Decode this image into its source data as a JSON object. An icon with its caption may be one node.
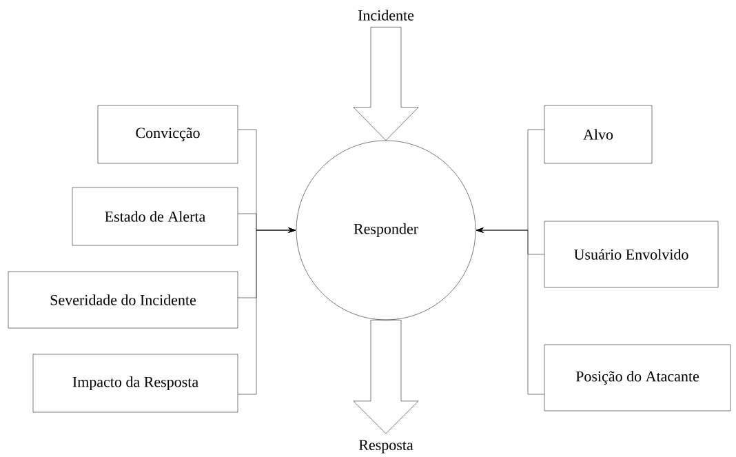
{
  "diagram": {
    "nodes": [
      {
        "text": [
          "Incidente"
        ]
      },
      {
        "text": [
          "Convicção"
        ]
      },
      {
        "text": [
          "Estado de Alerta"
        ]
      },
      {
        "text": [
          "Severidade do Incidente"
        ]
      },
      {
        "text": [
          "Impacto da Resposta"
        ]
      },
      {
        "text": [
          "Responder"
        ]
      },
      {
        "text": [
          "Alvo"
        ]
      },
      {
        "text": [
          "Usuário Envolvido"
        ]
      },
      {
        "text": [
          "Posição do Atacante"
        ]
      },
      {
        "text": [
          "Resposta"
        ]
      }
    ],
    "edges": [
      {
        "from": 0,
        "to": 5,
        "arrow": "to",
        "style": "thick"
      },
      {
        "from": 1,
        "to": 5,
        "arrow": "to"
      },
      {
        "from": 2,
        "to": 5,
        "arrow": "to"
      },
      {
        "from": 3,
        "to": 5,
        "arrow": "to"
      },
      {
        "from": 4,
        "to": 5,
        "arrow": "to"
      },
      {
        "from": 6,
        "to": 5,
        "arrow": "to"
      },
      {
        "from": 7,
        "to": 5,
        "arrow": "to"
      },
      {
        "from": 8,
        "to": 5,
        "arrow": "to"
      },
      {
        "from": 5,
        "to": 9,
        "arrow": "to",
        "style": "thick"
      }
    ]
  }
}
